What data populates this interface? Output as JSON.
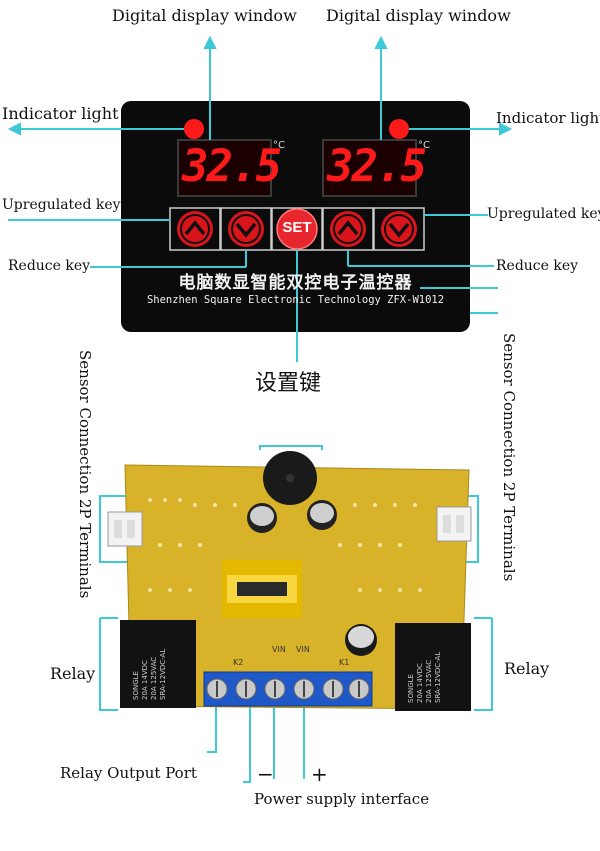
{
  "labels": {
    "digital_display_left": "Digital display window",
    "digital_display_right": "Digital display window",
    "indicator_left": "Indicator light",
    "indicator_right": "Indicator light",
    "up_key_left": "Upregulated key",
    "up_key_right": "Upregulated key",
    "reduce_key_left": "Reduce key",
    "reduce_key_right": "Reduce key",
    "set_key": "设置键",
    "sensor_left": "Sensor Connection 2P Terminals",
    "sensor_right": "Sensor Connection 2P Terminals",
    "relay_left": "Relay",
    "relay_right": "Relay",
    "relay_output": "Relay Output Port",
    "power_supply": "Power supply interface",
    "minus": "−",
    "plus": "+"
  },
  "panel": {
    "display_left": "32.5",
    "display_right": "32.5",
    "unit_left": "°C",
    "unit_right": "°C",
    "set_button": "SET",
    "title_cn": "电脑数显智能双控电子温控器",
    "subtitle": "Shenzhen Square Electronic Technology  ZFX-W1012"
  },
  "board": {
    "relay_text": [
      "SONGLE",
      "20A 14VDC",
      "20A 125VAC",
      "SRA-12VDC-AL"
    ],
    "pin_labels": [
      "K2",
      "VIN",
      "VIN",
      "K1"
    ]
  },
  "colors": {
    "accent": "#3ec9d6",
    "panel": "#0b0b0b",
    "led": "#ff1a1a",
    "key_red": "#d9141b",
    "pcb": "#d8b32a",
    "terminal": "#1f58c7",
    "relay": "#111111"
  }
}
